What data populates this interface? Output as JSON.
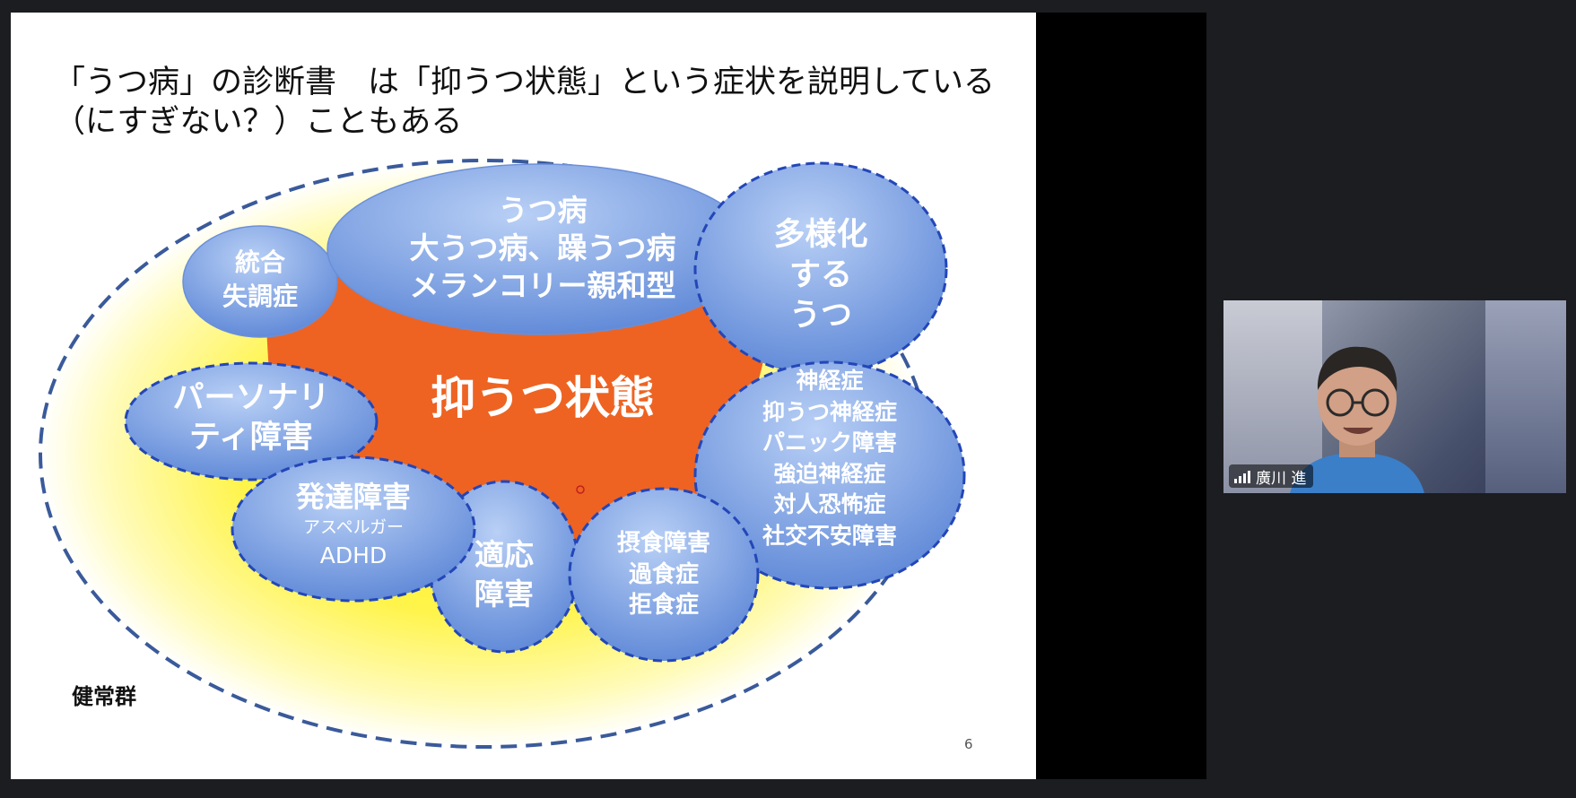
{
  "slide": {
    "title_line1": "「うつ病」の診断書　は「抑うつ状態」という症状を説明している",
    "title_line2": "（にすぎない？）こともある",
    "center_label": "抑うつ状態",
    "healthy_label": "健常群",
    "page_number": "6",
    "bubbles": {
      "schizophrenia": [
        "統合",
        "失調症"
      ],
      "depression": [
        "うつ病",
        "大うつ病、躁うつ病",
        "メランコリー親和型"
      ],
      "diversified": [
        "多様化",
        "する",
        "うつ"
      ],
      "personality": [
        "パーソナリ",
        "ティ障害"
      ],
      "neurosis": [
        "神経症",
        "抑うつ神経症",
        "パニック障害",
        "強迫神経症",
        "対人恐怖症",
        "社交不安障害"
      ],
      "developmental": {
        "title": "発達障害",
        "sub1": "アスペルガー",
        "sub2": "ADHD"
      },
      "adjustment": [
        "適応",
        "障害"
      ],
      "eating": [
        "摂食障害",
        "過食症",
        "拒食症"
      ]
    },
    "colors": {
      "bubble_fill_light": "#a9c3f0",
      "bubble_fill_dark": "#5c86d6",
      "bubble_border": "#2346b8",
      "center_fill": "#ee6322",
      "glow_yellow": "#fff21e",
      "outer_dash": "#3a5a9a"
    }
  },
  "participant": {
    "name": "廣川 進",
    "signal_icon": "signal-bars-icon"
  }
}
